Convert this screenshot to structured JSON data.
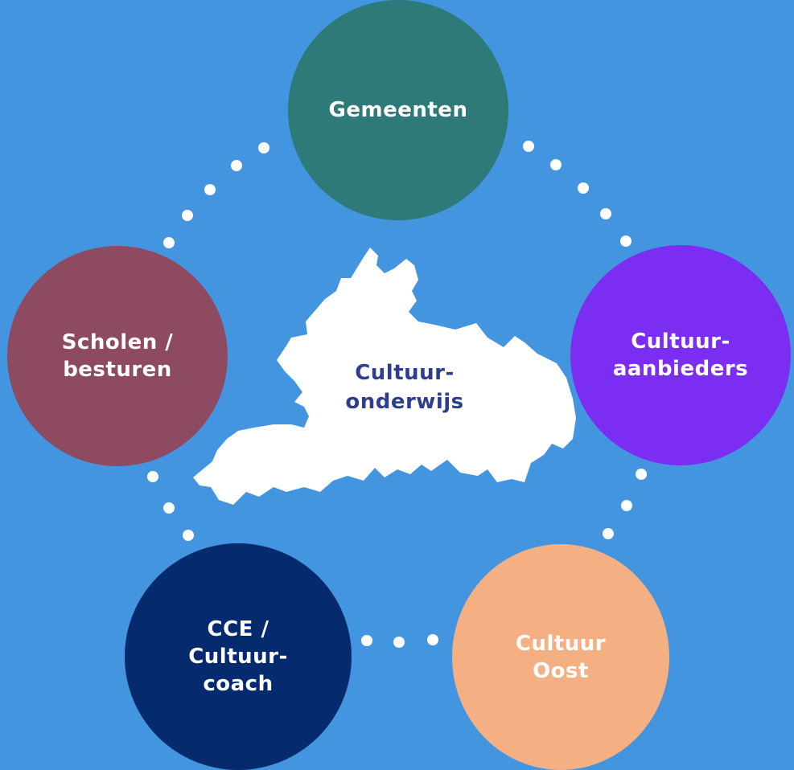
{
  "background_color": "#4495e0",
  "map_color": "#ffffff",
  "dot_color": "#ffffff",
  "center": {
    "lines": [
      "Cultuur-",
      "onderwijs"
    ],
    "text_color": "#2d3e8c"
  },
  "nodes": {
    "gemeenten": {
      "lines": [
        "Gemeenten"
      ],
      "color": "#2e7a78"
    },
    "scholen": {
      "lines": [
        "Scholen /",
        "besturen"
      ],
      "color": "#8d4a60"
    },
    "aanbieders": {
      "lines": [
        "Cultuur-",
        "aanbieders"
      ],
      "color": "#7b2ef2"
    },
    "cce": {
      "lines": [
        "CCE /",
        "Cultuur-",
        "coach"
      ],
      "color": "#052b6e"
    },
    "oost": {
      "lines": [
        "Cultuur",
        "Oost"
      ],
      "color": "#f4b083"
    }
  }
}
